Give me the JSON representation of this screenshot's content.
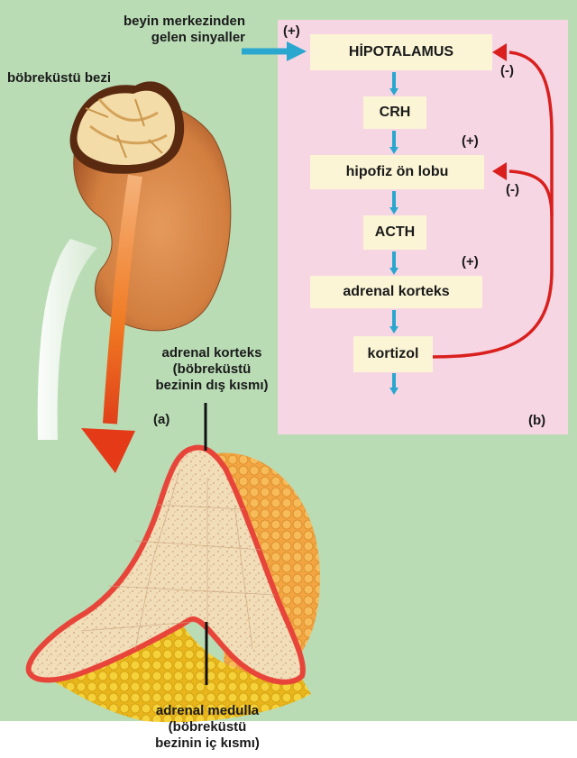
{
  "labels": {
    "signal_line1": "beyin merkezinden",
    "signal_line2": "gelen sinyaller",
    "adrenal_gland": "böbreküstü bezi",
    "cortex_line1": "adrenal korteks",
    "cortex_line2": "(böbreküstü",
    "cortex_line3": "bezinin dış kısmı)",
    "medulla_line1": "adrenal medulla",
    "medulla_line2": "(böbreküstü",
    "medulla_line3": "bezinin iç  kısmı)",
    "panel_a": "(a)",
    "panel_b": "(b)"
  },
  "flow": {
    "hypothalamus": "HİPOTALAMUS",
    "crh": "CRH",
    "pituitary": "hipofiz ön lobu",
    "acth": "ACTH",
    "adrenal_cortex": "adrenal korteks",
    "cortisol": "kortizol"
  },
  "signs": {
    "plus_input": "(+)",
    "plus_pituitary": "(+)",
    "plus_cortex": "(+)",
    "minus_hypothalamus": "(-)",
    "minus_pituitary": "(-)"
  },
  "colors": {
    "background": "#b9dcb5",
    "panel": "#f7d6e4",
    "box": "#fbf5d6",
    "flow_arrow": "#2aa7cf",
    "feedback": "#d9201e",
    "cortex_outline": "#e8453a",
    "medulla": "#f2c51f",
    "kidney": "#d9884a"
  }
}
